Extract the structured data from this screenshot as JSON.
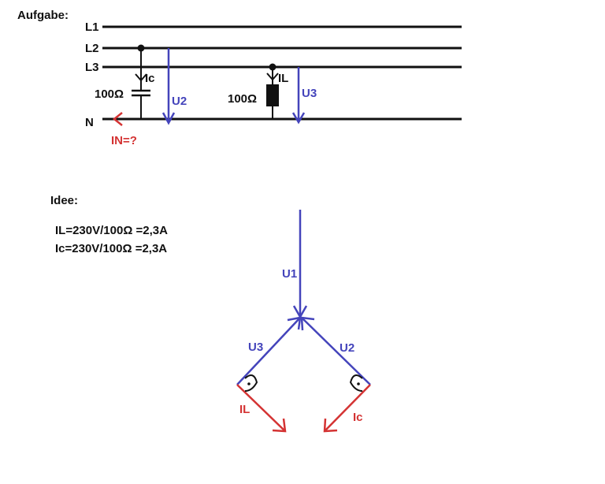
{
  "task": {
    "heading": "Aufgabe:",
    "lines": {
      "l1": "L1",
      "l2": "L2",
      "l3": "L3",
      "n": "N"
    },
    "capacitor": {
      "resistance_label": "100Ω",
      "current_label": "Ic"
    },
    "inductor": {
      "resistance_label": "100Ω",
      "current_label": "IL"
    },
    "voltages": {
      "u2": "U2",
      "u3": "U3"
    },
    "neutral_current": "IN=?"
  },
  "idea": {
    "heading": "Idee:",
    "formula_il": "IL=230V/100Ω =2,3A",
    "formula_ic": "Ic=230V/100Ω =2,3A"
  },
  "phasor": {
    "u1": "U1",
    "u2": "U2",
    "u3": "U3",
    "il": "IL",
    "ic": "Ic"
  },
  "colors": {
    "ink": "#111111",
    "voltage": "#4444bb",
    "current": "#d43333"
  }
}
